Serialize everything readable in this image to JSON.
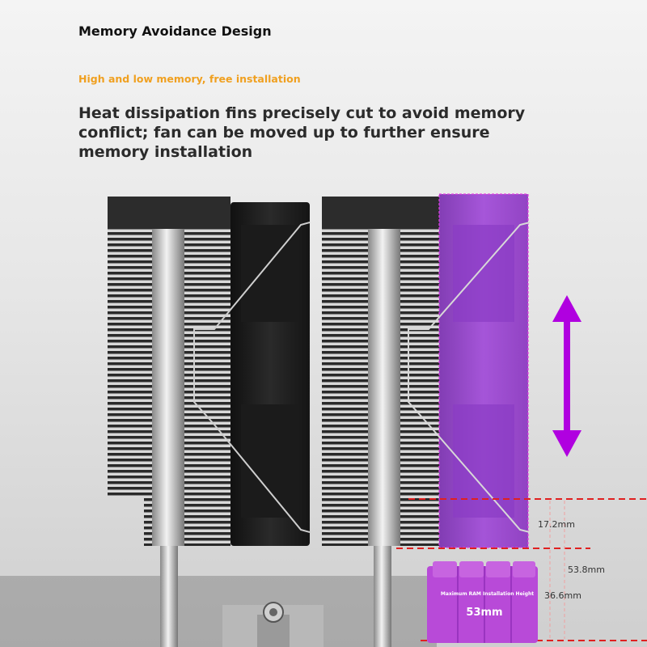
{
  "header": {
    "section_title": "Memory Avoidance Design",
    "subtitle": "High and low memory, free installation",
    "headline": "Heat dissipation fins precisely cut to avoid memory conflict; fan can be moved up to further ensure memory installation"
  },
  "dimensions": {
    "fan_offset": "17.2mm",
    "total_height": "53.8mm",
    "ram_height": "36.6mm",
    "ram_label": "Maximum RAM Installation Height",
    "ram_size": "53mm"
  },
  "colors": {
    "accent_purple": "#b000e0",
    "highlight_fan": "#9a3fd0",
    "dimension_line": "#e02020",
    "subtitle_orange": "#f0a020"
  },
  "icons": {
    "move_arrow": "double-arrow-vertical-icon"
  }
}
